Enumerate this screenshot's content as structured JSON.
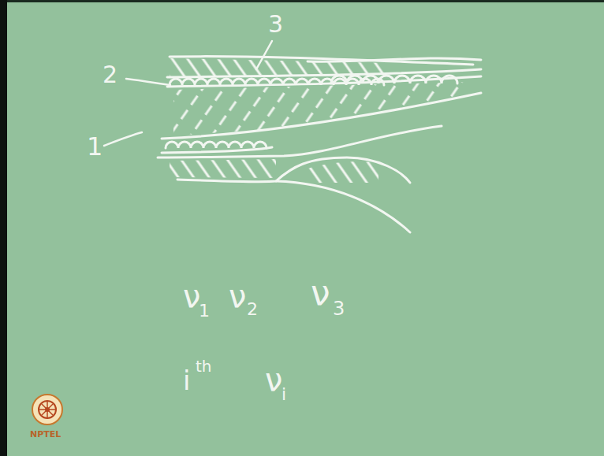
{
  "diagram": {
    "labels": [
      "3",
      "2",
      "1",
      "ν",
      "1",
      "ν",
      "2",
      "ν",
      "3",
      "i",
      "th",
      "ν",
      "i",
      "NPTEL"
    ]
  }
}
